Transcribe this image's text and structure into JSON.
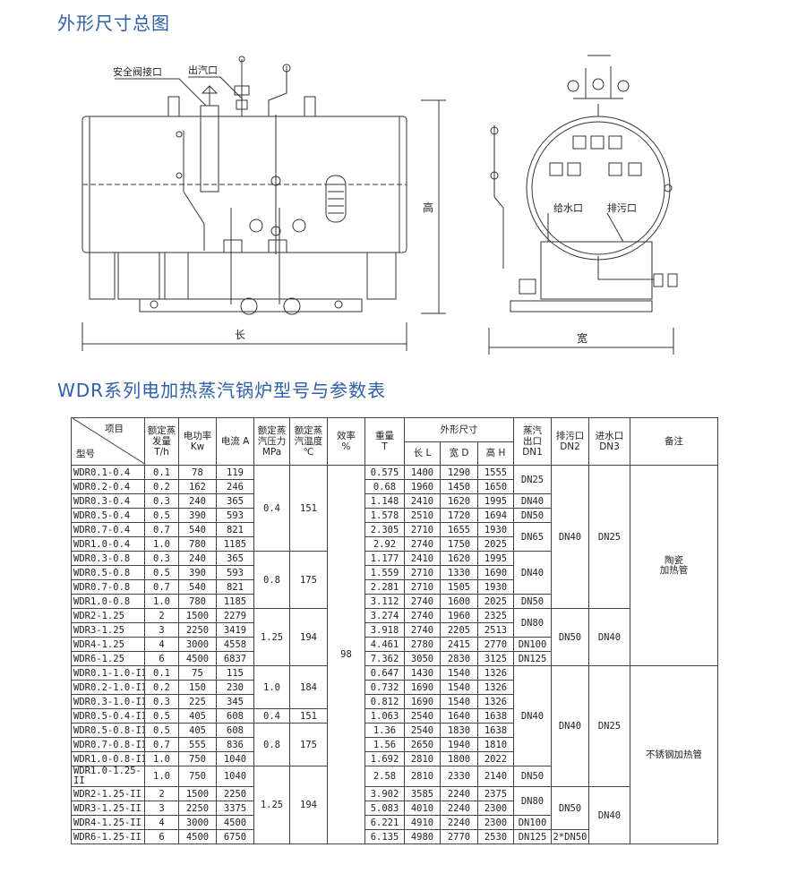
{
  "headings": {
    "drawing_title": "外形尺寸总图",
    "table_title": "WDR系列电加热蒸汽锅炉型号与参数表"
  },
  "drawing_labels": {
    "safety_valve": "安全阀接口",
    "steam_out": "出汽口",
    "feed_water": "给水口",
    "drain": "排污口",
    "length": "长",
    "height": "高",
    "width": "宽"
  },
  "colors": {
    "heading": "#2f5fa8",
    "line": "#333333"
  },
  "table": {
    "header": {
      "item": "项目",
      "model": "型号",
      "capacity": [
        "额定蒸",
        "发量",
        "T/h"
      ],
      "power": [
        "电功率",
        "Kw"
      ],
      "current": "电流 A",
      "pressure": [
        "额定蒸",
        "汽压力",
        "MPa"
      ],
      "temperature": [
        "额定蒸",
        "汽温度",
        "℃"
      ],
      "efficiency": [
        "效率",
        "%"
      ],
      "weight": [
        "重量",
        "T"
      ],
      "dimensions": "外形尺寸",
      "dim_l": "长 L",
      "dim_d": "宽 D",
      "dim_h": "高 H",
      "steam_outlet": [
        "蒸汽",
        "出口",
        "DN1"
      ],
      "drain": [
        "排污口",
        "DN2"
      ],
      "feed": [
        "进水口",
        "DN3"
      ],
      "notes": "备注"
    },
    "rows": [
      {
        "model": "WDR0.1-0.4",
        "cap": "0.1",
        "kw": "78",
        "a": "119",
        "t": "0.575",
        "l": "1400",
        "d": "1290",
        "h": "1555"
      },
      {
        "model": "WDR0.2-0.4",
        "cap": "0.2",
        "kw": "162",
        "a": "246",
        "t": "0.68",
        "l": "1960",
        "d": "1450",
        "h": "1650"
      },
      {
        "model": "WDR0.3-0.4",
        "cap": "0.3",
        "kw": "240",
        "a": "365",
        "t": "1.148",
        "l": "2410",
        "d": "1620",
        "h": "1995"
      },
      {
        "model": "WDR0.5-0.4",
        "cap": "0.5",
        "kw": "390",
        "a": "593",
        "t": "1.578",
        "l": "2510",
        "d": "1720",
        "h": "1694"
      },
      {
        "model": "WDR0.7-0.4",
        "cap": "0.7",
        "kw": "540",
        "a": "821",
        "t": "2.305",
        "l": "2710",
        "d": "1655",
        "h": "1930"
      },
      {
        "model": "WDR1.0-0.4",
        "cap": "1.0",
        "kw": "780",
        "a": "1185",
        "t": "2.92",
        "l": "2740",
        "d": "1750",
        "h": "2025"
      },
      {
        "model": "WDR0.3-0.8",
        "cap": "0.3",
        "kw": "240",
        "a": "365",
        "t": "1.177",
        "l": "2410",
        "d": "1620",
        "h": "1995"
      },
      {
        "model": "WDR0.5-0.8",
        "cap": "0.5",
        "kw": "390",
        "a": "593",
        "t": "1.559",
        "l": "2710",
        "d": "1330",
        "h": "1690"
      },
      {
        "model": "WDR0.7-0.8",
        "cap": "0.7",
        "kw": "540",
        "a": "821",
        "t": "2.281",
        "l": "2710",
        "d": "1505",
        "h": "1930"
      },
      {
        "model": "WDR1.0-0.8",
        "cap": "1.0",
        "kw": "780",
        "a": "1185",
        "t": "3.112",
        "l": "2740",
        "d": "1600",
        "h": "2025"
      },
      {
        "model": "WDR2-1.25",
        "cap": "2",
        "kw": "1500",
        "a": "2279",
        "t": "3.274",
        "l": "2740",
        "d": "1960",
        "h": "2325"
      },
      {
        "model": "WDR3-1.25",
        "cap": "3",
        "kw": "2250",
        "a": "3419",
        "t": "3.918",
        "l": "2740",
        "d": "2205",
        "h": "2513"
      },
      {
        "model": "WDR4-1.25",
        "cap": "4",
        "kw": "3000",
        "a": "4558",
        "t": "4.461",
        "l": "2780",
        "d": "2415",
        "h": "2770"
      },
      {
        "model": "WDR6-1.25",
        "cap": "6",
        "kw": "4500",
        "a": "6837",
        "t": "7.362",
        "l": "3050",
        "d": "2830",
        "h": "3125"
      },
      {
        "model": "WDR0.1-1.0-II",
        "cap": "0.1",
        "kw": "75",
        "a": "115",
        "t": "0.647",
        "l": "1430",
        "d": "1540",
        "h": "1326"
      },
      {
        "model": "WDR0.2-1.0-II",
        "cap": "0.2",
        "kw": "150",
        "a": "230",
        "t": "0.732",
        "l": "1690",
        "d": "1540",
        "h": "1326"
      },
      {
        "model": "WDR0.3-1.0-II",
        "cap": "0.3",
        "kw": "225",
        "a": "345",
        "t": "0.812",
        "l": "1690",
        "d": "1540",
        "h": "1326"
      },
      {
        "model": "WDR0.5-0.4-II",
        "cap": "0.5",
        "kw": "405",
        "a": "608",
        "t": "1.063",
        "l": "2540",
        "d": "1640",
        "h": "1638"
      },
      {
        "model": "WDR0.5-0.8-II",
        "cap": "0.5",
        "kw": "405",
        "a": "608",
        "t": "1.36",
        "l": "2540",
        "d": "1830",
        "h": "1638"
      },
      {
        "model": "WDR0.7-0.8-II",
        "cap": "0.7",
        "kw": "555",
        "a": "836",
        "t": "1.56",
        "l": "2650",
        "d": "1940",
        "h": "1810"
      },
      {
        "model": "WDR1.0-0.8-II",
        "cap": "1.0",
        "kw": "750",
        "a": "1040",
        "t": "1.692",
        "l": "2810",
        "d": "1800",
        "h": "2022"
      },
      {
        "model": "WDR1.0-1.25-II",
        "cap": "1.0",
        "kw": "750",
        "a": "1040",
        "t": "2.58",
        "l": "2810",
        "d": "2330",
        "h": "2140"
      },
      {
        "model": "WDR2-1.25-II",
        "cap": "2",
        "kw": "1500",
        "a": "2250",
        "t": "3.902",
        "l": "3585",
        "d": "2240",
        "h": "2375"
      },
      {
        "model": "WDR3-1.25-II",
        "cap": "3",
        "kw": "2250",
        "a": "3375",
        "t": "5.083",
        "l": "4010",
        "d": "2240",
        "h": "2300"
      },
      {
        "model": "WDR4-1.25-II",
        "cap": "4",
        "kw": "3000",
        "a": "4500",
        "t": "6.221",
        "l": "4910",
        "d": "2240",
        "h": "2300"
      },
      {
        "model": "WDR6-1.25-II",
        "cap": "6",
        "kw": "4500",
        "a": "6750",
        "t": "6.135",
        "l": "4980",
        "d": "2770",
        "h": "2530"
      }
    ],
    "pressure_groups": [
      "0.4",
      "0.8",
      "1.25",
      "1.0",
      "0.4",
      "0.8",
      "1.25"
    ],
    "temperature_groups": [
      "151",
      "175",
      "194",
      "184",
      "151",
      "175",
      "194"
    ],
    "efficiency": "98",
    "dn1": [
      "DN25",
      "DN40",
      "DN50",
      "DN65",
      "DN40",
      "DN50",
      "DN80",
      "DN100",
      "DN125",
      "DN40",
      "DN50",
      "DN80",
      "DN100",
      "DN125"
    ],
    "dn2": [
      "DN40",
      "DN50",
      "DN40",
      "DN50",
      "2*DN50"
    ],
    "dn3": [
      "DN25",
      "DN40",
      "DN25",
      "DN40"
    ],
    "notes": [
      "陶瓷\n加热管",
      "不锈钢加热管"
    ]
  }
}
